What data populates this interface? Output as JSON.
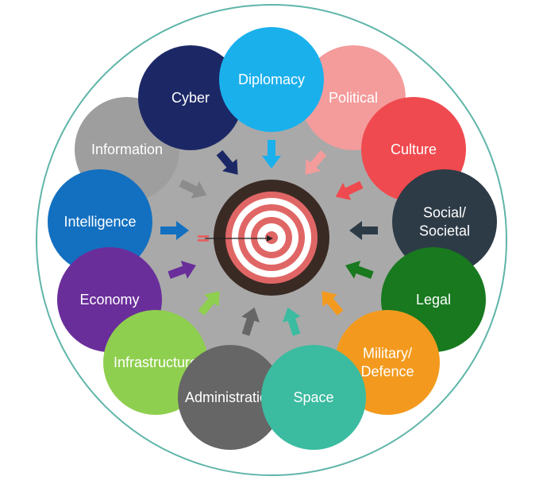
{
  "diagram": {
    "outer_ring_color": "#5fb5a8",
    "inner_field_color": "#a9a9a9",
    "target": {
      "rim_color": "#3a2a24",
      "ring_colors": [
        "#e06666",
        "#ffffff"
      ],
      "bullseye_color": "#e06666",
      "dart_color": "#e06666"
    },
    "domains": [
      {
        "id": "information",
        "lines": [
          "Information"
        ],
        "color": "#9e9e9e"
      },
      {
        "id": "cyber",
        "lines": [
          "Cyber"
        ],
        "color": "#1c2866"
      },
      {
        "id": "political",
        "lines": [
          "Political"
        ],
        "color": "#f49b9b"
      },
      {
        "id": "culture",
        "lines": [
          "Culture"
        ],
        "color": "#ef4a4f"
      },
      {
        "id": "diplomacy",
        "lines": [
          "Diplomacy"
        ],
        "color": "#1ab0ec"
      },
      {
        "id": "intelligence",
        "lines": [
          "Intelligence"
        ],
        "color": "#1370c0"
      },
      {
        "id": "social",
        "lines": [
          "Social/",
          "Societal"
        ],
        "color": "#2d3b47"
      },
      {
        "id": "economy",
        "lines": [
          "Economy"
        ],
        "color": "#6a2e9b"
      },
      {
        "id": "legal",
        "lines": [
          "Legal"
        ],
        "color": "#18791f"
      },
      {
        "id": "infrastructure",
        "lines": [
          "Infrastructure"
        ],
        "color": "#8fcf4f"
      },
      {
        "id": "military",
        "lines": [
          "Military/",
          "Defence"
        ],
        "color": "#f39a1e"
      },
      {
        "id": "administration",
        "lines": [
          "Administration"
        ],
        "color": "#666666"
      },
      {
        "id": "space",
        "lines": [
          "Space"
        ],
        "color": "#3bbba0"
      }
    ],
    "arrows": [
      {
        "id": "cyber",
        "color": "#1c2866"
      },
      {
        "id": "diplomacy",
        "color": "#1ab0ec"
      },
      {
        "id": "political",
        "color": "#f49b9b"
      },
      {
        "id": "information",
        "color": "#8c8c8c"
      },
      {
        "id": "culture",
        "color": "#ef4a4f"
      },
      {
        "id": "intelligence",
        "color": "#1370c0"
      },
      {
        "id": "social",
        "color": "#2d3b47"
      },
      {
        "id": "economy",
        "color": "#6a2e9b"
      },
      {
        "id": "legal",
        "color": "#18791f"
      },
      {
        "id": "infrastructure",
        "color": "#8fcf4f"
      },
      {
        "id": "military",
        "color": "#f39a1e"
      },
      {
        "id": "administration",
        "color": "#666666"
      },
      {
        "id": "space",
        "color": "#3bbba0"
      }
    ]
  }
}
